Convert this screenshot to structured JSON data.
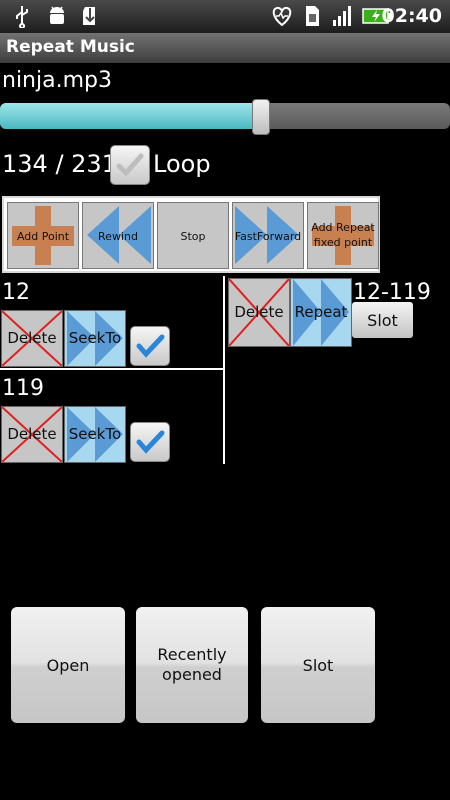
{
  "status_bar": {
    "time": "02:40",
    "icons": [
      "usb-icon",
      "android-debug-icon",
      "sd-card-icon",
      "heart-monitor-icon",
      "sim-card-icon",
      "signal-icon",
      "battery-charging-icon"
    ]
  },
  "app": {
    "title": "Repeat Music"
  },
  "player": {
    "file_name": "ninja.mp3",
    "progress_fraction": 0.58,
    "position_text": "134 / 231",
    "loop_label": "Loop",
    "loop_checked": false
  },
  "toolbar": {
    "add_point": "Add Point",
    "rewind": "Rewind",
    "stop": "Stop",
    "fast_forward": "FastForward",
    "add_repeat_fixed_point": "Add Repeat fixed point"
  },
  "points": [
    {
      "time": "12",
      "delete_label": "Delete",
      "seek_label": "SeekTo",
      "checked": true
    },
    {
      "time": "119",
      "delete_label": "Delete",
      "seek_label": "SeekTo",
      "checked": true
    }
  ],
  "repeat": {
    "delete_label": "Delete",
    "repeat_label": "Repeat",
    "range": "12-119",
    "slot_label": "Slot"
  },
  "bottom_buttons": {
    "open": "Open",
    "recently_opened": "Recently opened",
    "slot": "Slot"
  },
  "colors": {
    "accent": "#4bb8c1",
    "plus_orange": "#c98050",
    "arrow_blue": "#5b9bd5",
    "check_blue": "#2a86d8",
    "delete_red": "#e02020"
  }
}
